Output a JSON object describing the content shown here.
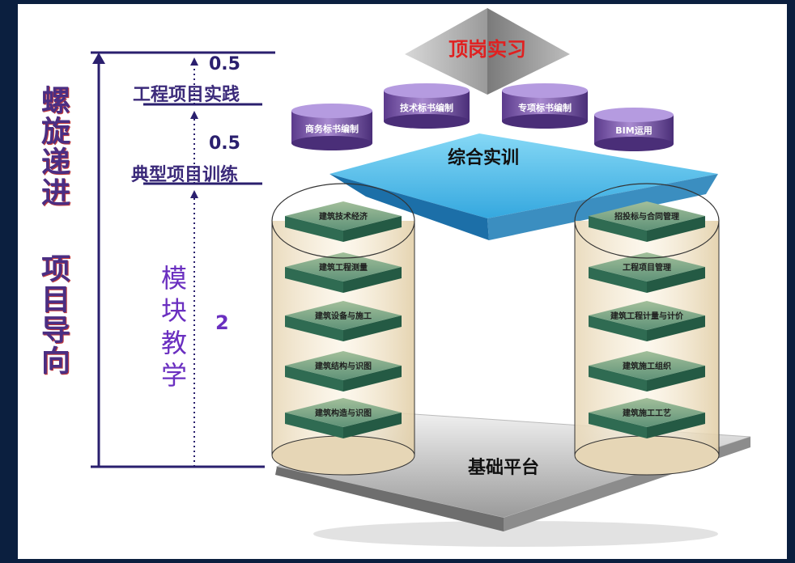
{
  "left": {
    "title_top": "螺旋递进",
    "title_bottom": "项目导向",
    "module_text": "模块教学",
    "value_module": "2",
    "value_top": "0.5",
    "value_mid": "0.5",
    "label_practice": "工程项目实践",
    "label_training": "典型项目训练"
  },
  "top": {
    "apex": "顶岗实习",
    "cylinders": [
      "商务标书编制",
      "技术标书编制",
      "专项标书编制",
      "BIM运用"
    ],
    "platform": "综合实训"
  },
  "left_stack": [
    "建筑技术经济",
    "建筑工程测量",
    "建筑设备与施工",
    "建筑结构与识图",
    "建筑构造与识图"
  ],
  "right_stack": [
    "招投标与合同管理",
    "工程项目管理",
    "建筑工程计量与计价",
    "建筑施工组织",
    "建筑施工工艺"
  ],
  "base": {
    "label": "基础平台"
  },
  "colors": {
    "frame": "#0b1f3f",
    "accent_purple": "#4b2e83",
    "apex_red": "#e02020",
    "platform_blue": "#2aa3dd",
    "slab_green": "#4f8f72",
    "cylinder_purple": "#6a4a9a",
    "base_gray": "#8a8a8a"
  }
}
